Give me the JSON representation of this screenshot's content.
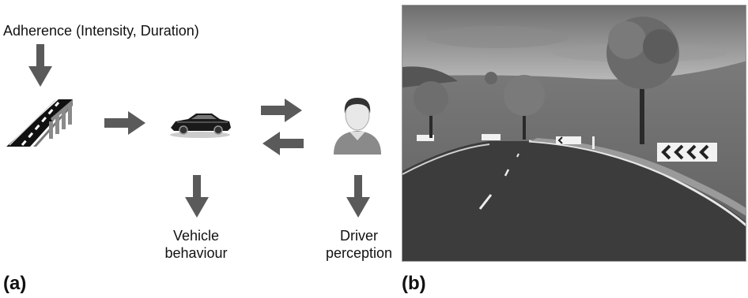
{
  "panel_a": {
    "label": "(a)",
    "adherence_text": "Adherence (Intensity, Duration)",
    "vehicle_behaviour_line1": "Vehicle",
    "vehicle_behaviour_line2": "behaviour",
    "driver_perception_line1": "Driver",
    "driver_perception_line2": "perception",
    "icons": [
      "road-icon",
      "car-icon",
      "driver-icon"
    ],
    "arrow_color": "#5a5a5a"
  },
  "panel_b": {
    "label": "(b)"
  }
}
